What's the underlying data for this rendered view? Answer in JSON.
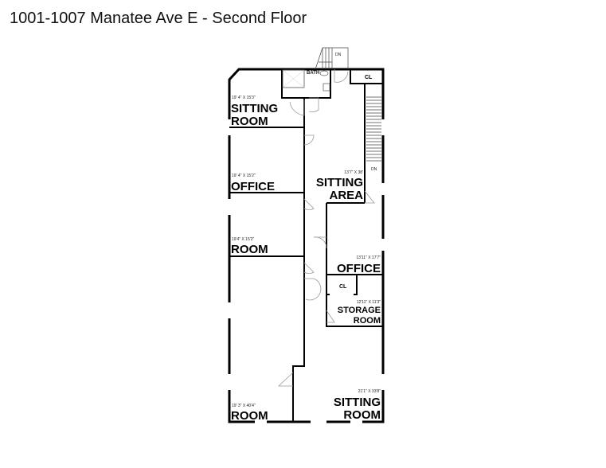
{
  "title": "1001-1007 Manatee Ave E - Second Floor",
  "rooms": [
    {
      "name_line1": "SITTING",
      "name_line2": "ROOM",
      "dims": "19' 4\" X 15'3\""
    },
    {
      "name_line1": "OFFICE",
      "dims": "19' 4\" X 15'2\""
    },
    {
      "name_line1": "ROOM",
      "dims": "19'4\" X 15'2\""
    },
    {
      "name_line1": "ROOM",
      "dims": "19' 3\" X 40'4\""
    },
    {
      "name_line1": "SITTING",
      "name_line2": "AREA",
      "dims": "13'7\" X 38'"
    },
    {
      "name_line1": "OFFICE",
      "dims": "13'11\" X 17'7\""
    },
    {
      "name_line1": "STORAGE",
      "name_line2": "ROOM",
      "dims": "12'11\" X 11'3\""
    },
    {
      "name_line1": "SITTING",
      "name_line2": "ROOM",
      "dims": "21'1\" X 33'8\""
    }
  ],
  "labels": {
    "bath": "BATH",
    "closet_top": "CL",
    "closet_mid": "CL",
    "down_top": "DN",
    "down_right": "DN"
  }
}
